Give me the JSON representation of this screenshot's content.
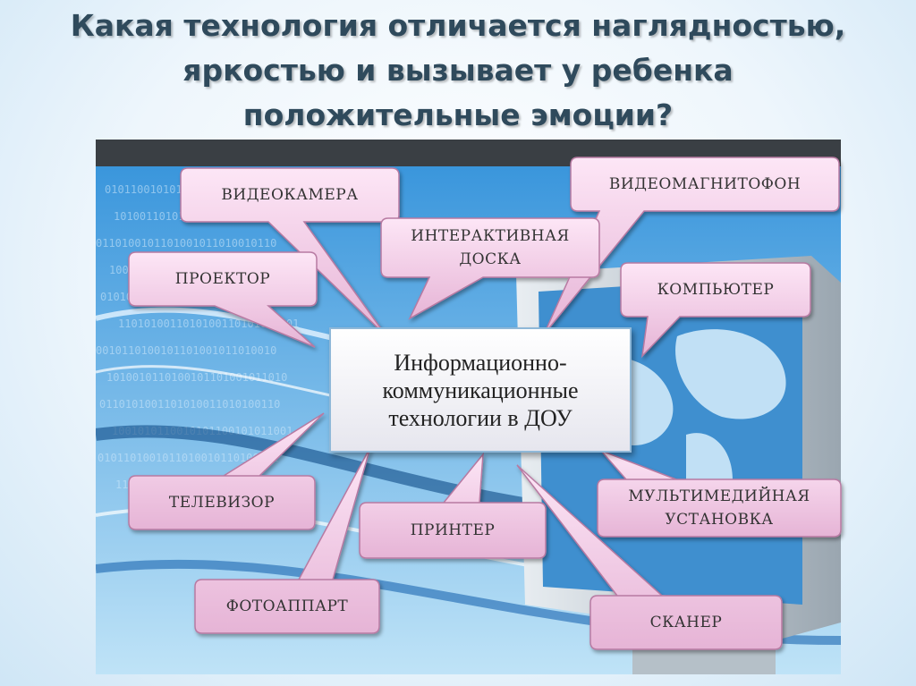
{
  "title": {
    "lines": [
      "Какая технология отличается наглядностью,",
      "яркостью и вызывает у ребенка",
      "положительные эмоции?"
    ]
  },
  "center": {
    "lines": [
      "Информационно-",
      "коммуникационные",
      "технологии в ДОУ"
    ]
  },
  "bubbles": {
    "videokamera": "ВИДЕОКАМЕРА",
    "videomagnitofon": "ВИДЕОМАГНИТОФОН",
    "interaktivnaya_line1": "ИНТЕРАКТИВНАЯ",
    "interaktivnaya_line2": "ДОСКА",
    "proektor": "ПРОЕКТОР",
    "kompyuter": "КОМПЬЮТЕР",
    "televizor": "ТЕЛЕВИЗОР",
    "multimedia_line1": "МУЛЬТИМЕДИЙНАЯ",
    "multimedia_line2": "УСТАНОВКА",
    "printer": "ПРИНТЕР",
    "fotoapparat": "ФОТОАППАРТ",
    "skaner": "СКАНЕР"
  },
  "colors": {
    "bubble_fill_top": "#fde6f6",
    "bubble_fill_bottom": "#e6b4d6",
    "bubble_stroke": "#b77aa2",
    "title_text": "#2f4a5c"
  }
}
